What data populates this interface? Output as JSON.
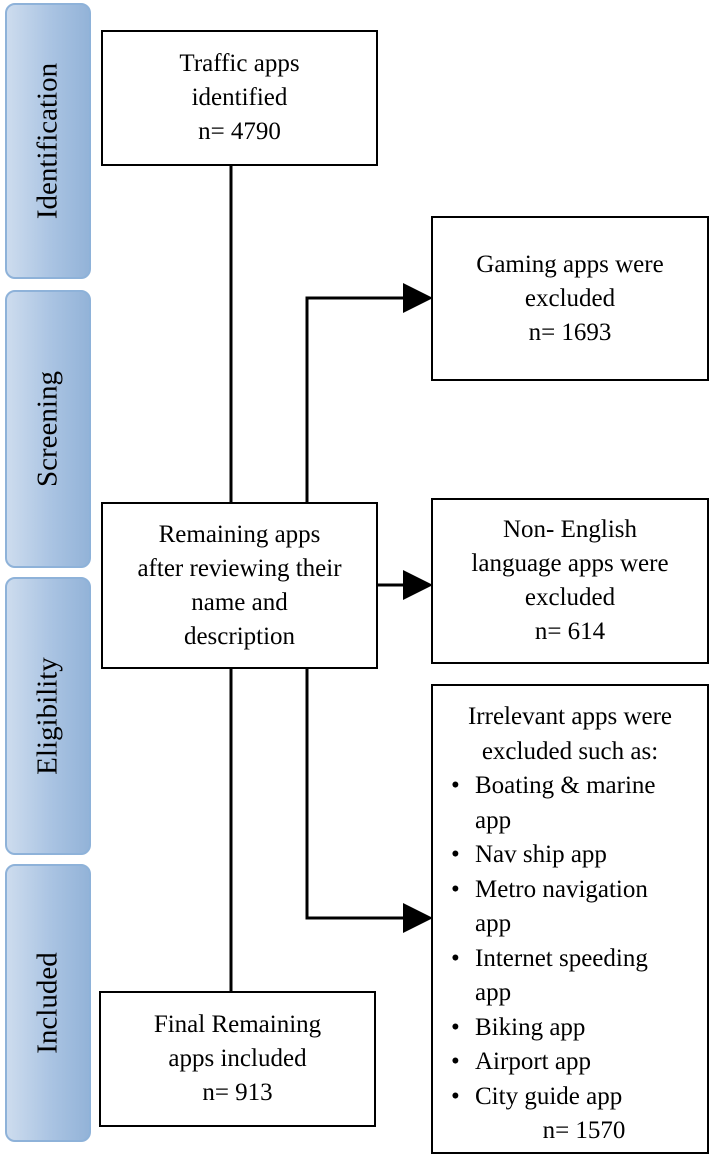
{
  "stages": [
    {
      "id": "identification",
      "label": "Identification"
    },
    {
      "id": "screening",
      "label": "Screening"
    },
    {
      "id": "eligibility",
      "label": "Eligibility"
    },
    {
      "id": "included",
      "label": "Included"
    }
  ],
  "boxes": {
    "traffic_apps": {
      "lines": [
        "Traffic apps",
        "identified",
        "n= 4790"
      ]
    },
    "remaining_apps": {
      "lines": [
        "Remaining apps",
        "after reviewing their",
        "name and",
        "description"
      ]
    },
    "final_remaining": {
      "lines": [
        "Final Remaining",
        "apps included",
        "n= 913"
      ]
    },
    "gaming_excluded": {
      "lines": [
        "Gaming apps were",
        "excluded",
        "n= 1693"
      ]
    },
    "non_english_excluded": {
      "lines": [
        "Non- English",
        "language apps were",
        "excluded",
        "n= 614"
      ]
    }
  },
  "irrelevant": {
    "heading": [
      "Irrelevant apps were",
      "excluded such as:"
    ],
    "bullet": "•",
    "items": [
      "Boating & marine app",
      "Nav ship app",
      "Metro navigation app",
      "Internet speeding app",
      "Biking app",
      "Airport app",
      "City guide app"
    ],
    "count": "n= 1570"
  }
}
